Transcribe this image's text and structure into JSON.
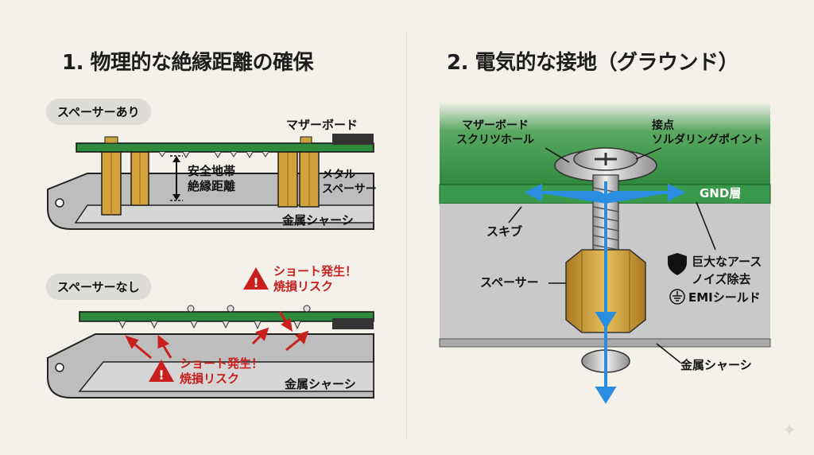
{
  "left": {
    "title": "1. 物理的な絶縁距離の確保",
    "with_spacer": {
      "pill": "スペーサーあり",
      "motherboard": "マザーボード",
      "clearance": "安全地帯\n絶縁距離",
      "metal_spacer": "メタル\nスペーサー",
      "chassis": "金属シャーシ"
    },
    "without_spacer": {
      "pill": "スペーサーなし",
      "warning_top": "ショート発生！\n焼損リスク",
      "warning_bottom": "ショート発生！\n焼損リスク",
      "chassis": "金属シャーシ"
    }
  },
  "right": {
    "title": "2. 電気的な接地（グラウンド）",
    "screw_hole": "マザーボード\nスクリツホール",
    "contact": "接点\nソルダリングポイント",
    "gnd_layer": "GND層",
    "screw": "スキブ",
    "spacer": "スペーサー",
    "huge_earth": "巨大なアース",
    "noise_removal": "ノイズ除去",
    "emi_shield": "EMIシールド",
    "chassis": "金属シャーシ"
  },
  "colors": {
    "pcb_green": "#2f8a3d",
    "brass": "#d4a23c",
    "arrow_blue": "#2a8ee0",
    "warning_red": "#c9201d",
    "chassis_gray": "#c9c9c9"
  }
}
